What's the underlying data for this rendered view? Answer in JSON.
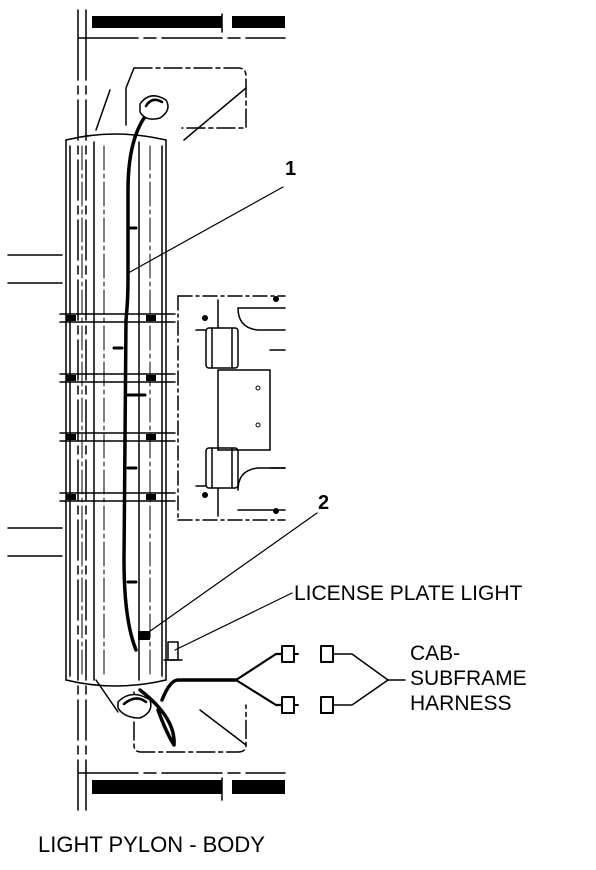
{
  "callouts": {
    "item_1": "1",
    "item_2": "2"
  },
  "labels": {
    "license_plate_light": "LICENSE PLATE LIGHT",
    "harness_line1": "CAB-",
    "harness_line2": "SUBFRAME",
    "harness_line3": "HARNESS"
  },
  "caption": "LIGHT PYLON - BODY",
  "colors": {
    "ink": "#000000",
    "paper": "#ffffff"
  }
}
